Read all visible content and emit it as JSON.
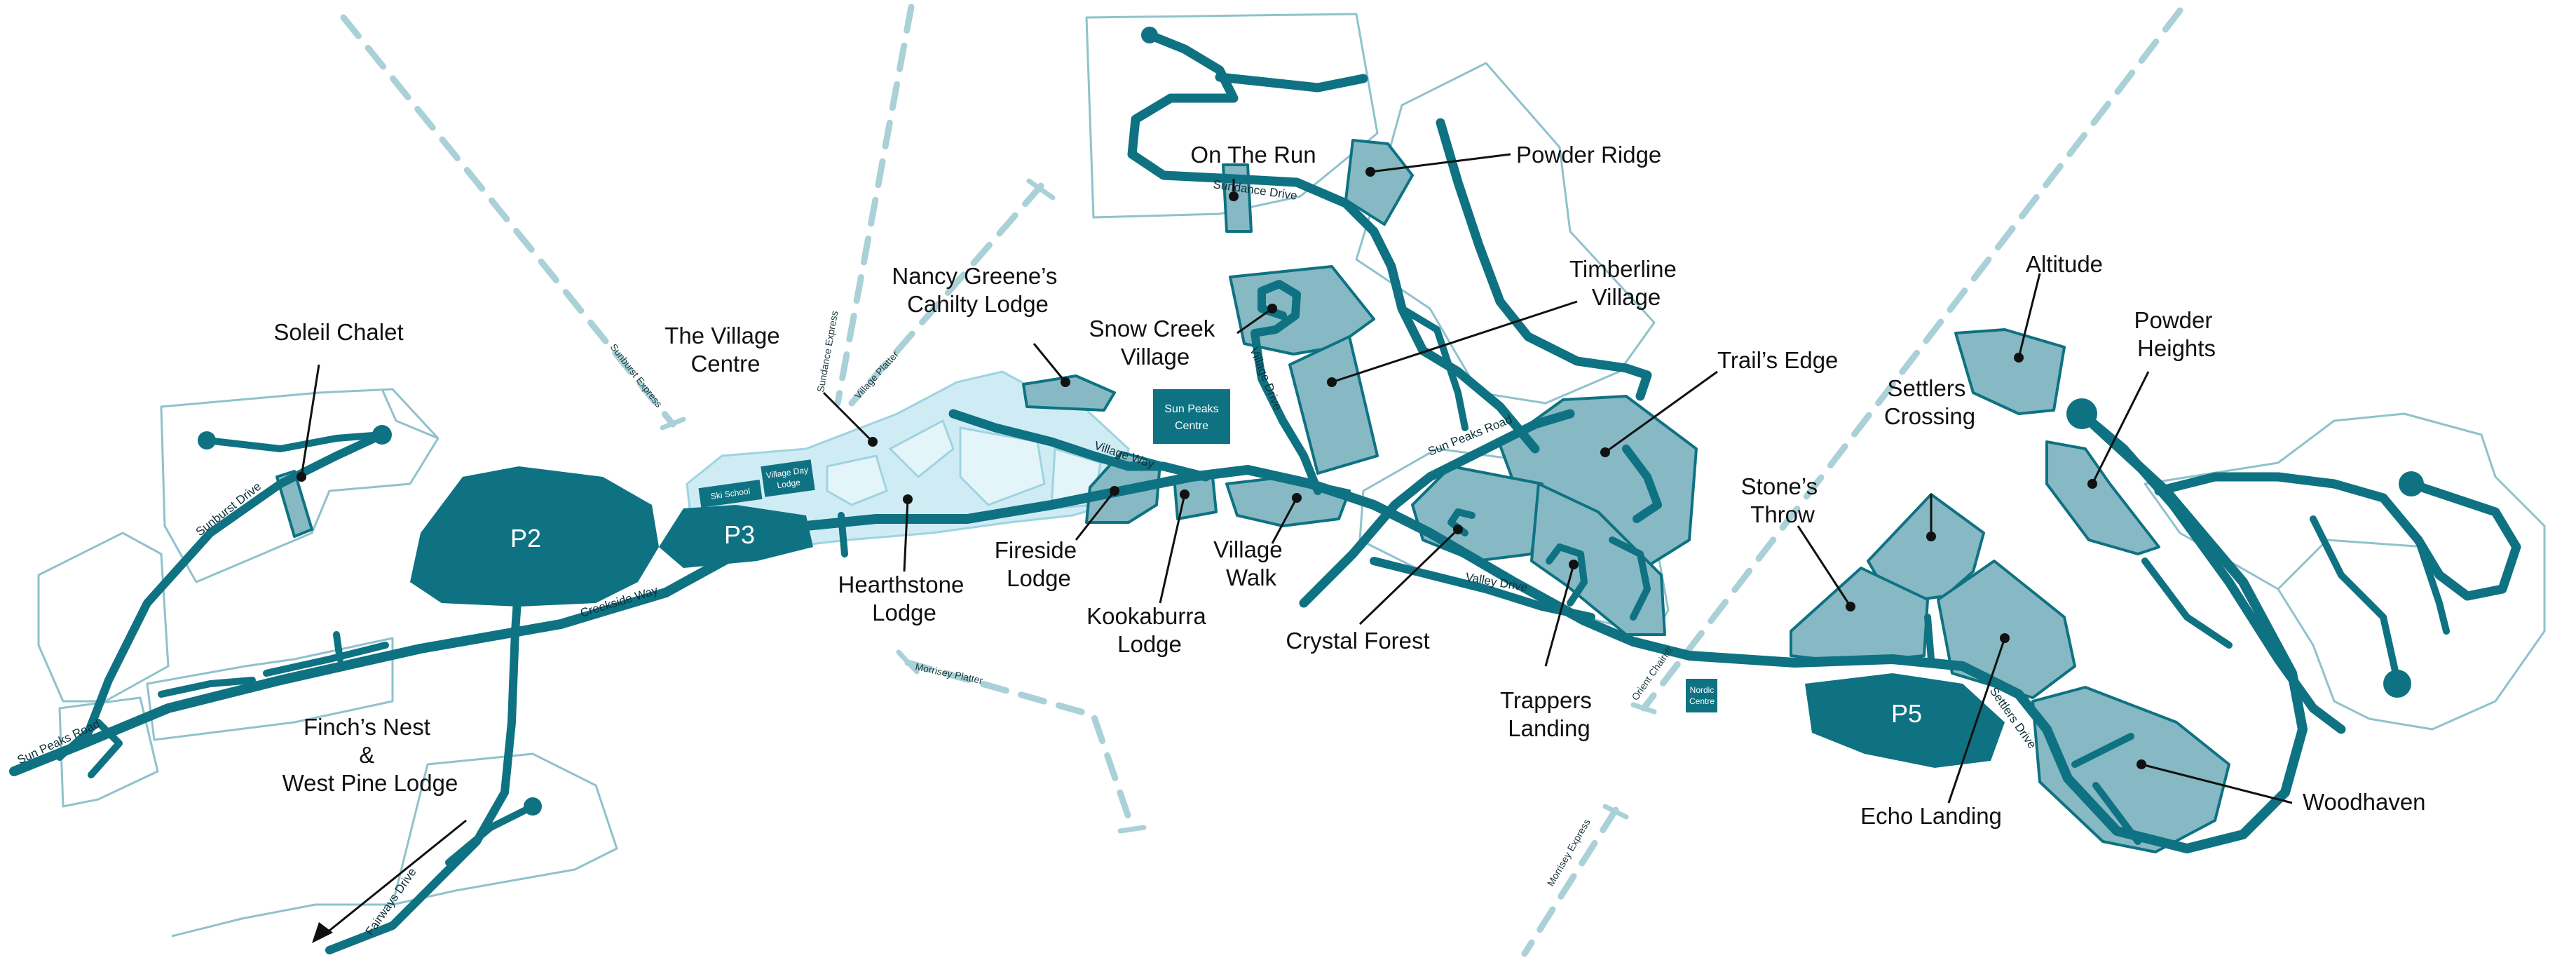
{
  "colors": {
    "road": "#0e7282",
    "parcel_fill": "#86b9c4",
    "parcel_stroke": "#0e7282",
    "outline": "#8fc2cc",
    "lift": "#a9d1d7",
    "village": "#cfecf5",
    "parking": "#0e7282"
  },
  "properties": [
    {
      "id": "soleil-chalet",
      "lines": [
        "Soleil Chalet"
      ]
    },
    {
      "id": "the-village-centre",
      "lines": [
        "The Village",
        "Centre"
      ]
    },
    {
      "id": "nancy-greene",
      "lines": [
        "Nancy Greene’s",
        "Cahilty Lodge"
      ]
    },
    {
      "id": "snow-creek-village",
      "lines": [
        "Snow Creek",
        "Village"
      ]
    },
    {
      "id": "on-the-run",
      "lines": [
        "On The Run"
      ]
    },
    {
      "id": "powder-ridge",
      "lines": [
        "Powder Ridge"
      ]
    },
    {
      "id": "timberline-village",
      "lines": [
        "Timberline",
        "Village"
      ]
    },
    {
      "id": "trails-edge",
      "lines": [
        "Trail’s Edge"
      ]
    },
    {
      "id": "altitude",
      "lines": [
        "Altitude"
      ]
    },
    {
      "id": "powder-heights",
      "lines": [
        "Powder",
        "Heights"
      ]
    },
    {
      "id": "settlers-crossing",
      "lines": [
        "Settlers",
        "Crossing"
      ]
    },
    {
      "id": "stones-throw",
      "lines": [
        "Stone’s",
        "Throw"
      ]
    },
    {
      "id": "fireside-lodge",
      "lines": [
        "Fireside",
        "Lodge"
      ]
    },
    {
      "id": "hearthstone-lodge",
      "lines": [
        "Hearthstone",
        "Lodge"
      ]
    },
    {
      "id": "kookaburra-lodge",
      "lines": [
        "Kookaburra",
        "Lodge"
      ]
    },
    {
      "id": "village-walk",
      "lines": [
        "Village",
        "Walk"
      ]
    },
    {
      "id": "crystal-forest",
      "lines": [
        "Crystal Forest"
      ]
    },
    {
      "id": "trappers-landing",
      "lines": [
        "Trappers",
        "Landing"
      ]
    },
    {
      "id": "finchs-nest",
      "lines": [
        "Finch’s Nest",
        "&",
        "West Pine Lodge"
      ]
    },
    {
      "id": "echo-landing",
      "lines": [
        "Echo Landing"
      ]
    },
    {
      "id": "woodhaven",
      "lines": [
        "Woodhaven"
      ]
    }
  ],
  "parking": [
    "P2",
    "P3",
    "P5"
  ],
  "buildings": {
    "sun_peaks_centre": [
      "Sun Peaks",
      "Centre"
    ],
    "ski_school": "Ski School",
    "village_day_lodge": [
      "Village Day",
      "Lodge"
    ],
    "nordic_centre": [
      "Nordic",
      "Centre"
    ]
  },
  "roads": {
    "sun_peaks_road_west": "Sun Peaks Road",
    "sunburst_drive": "Sunburst Drive",
    "creekside_way": "Creekside Way",
    "village_way": "Village Way",
    "sundance_drive": "Sundance Drive",
    "village_drive": "Village Drive",
    "sun_peaks_road_east": "Sun Peaks Road",
    "valley_drive": "Valley Drive",
    "settlers_drive": "Settlers Drive",
    "fairways_drive": "Fairways Drive"
  },
  "lifts": {
    "sunburst_express": "Sunburst Express",
    "sundance_express": "Sundance Express",
    "village_platter": "Village Platter",
    "morrisey_platter": "Morrisey Platter",
    "orient_chairlift": "Orient Chairlift",
    "morrisey_express": "Morrisey Express"
  }
}
